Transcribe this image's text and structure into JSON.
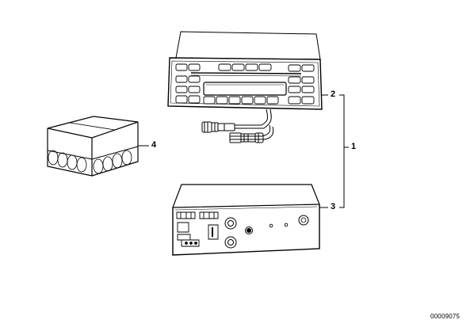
{
  "callouts": {
    "kit": "1",
    "radio_head": "2",
    "amplifier": "3",
    "packaging": "4"
  },
  "document_number": "00009075",
  "colors": {
    "line": "#000000",
    "background": "#ffffff"
  }
}
